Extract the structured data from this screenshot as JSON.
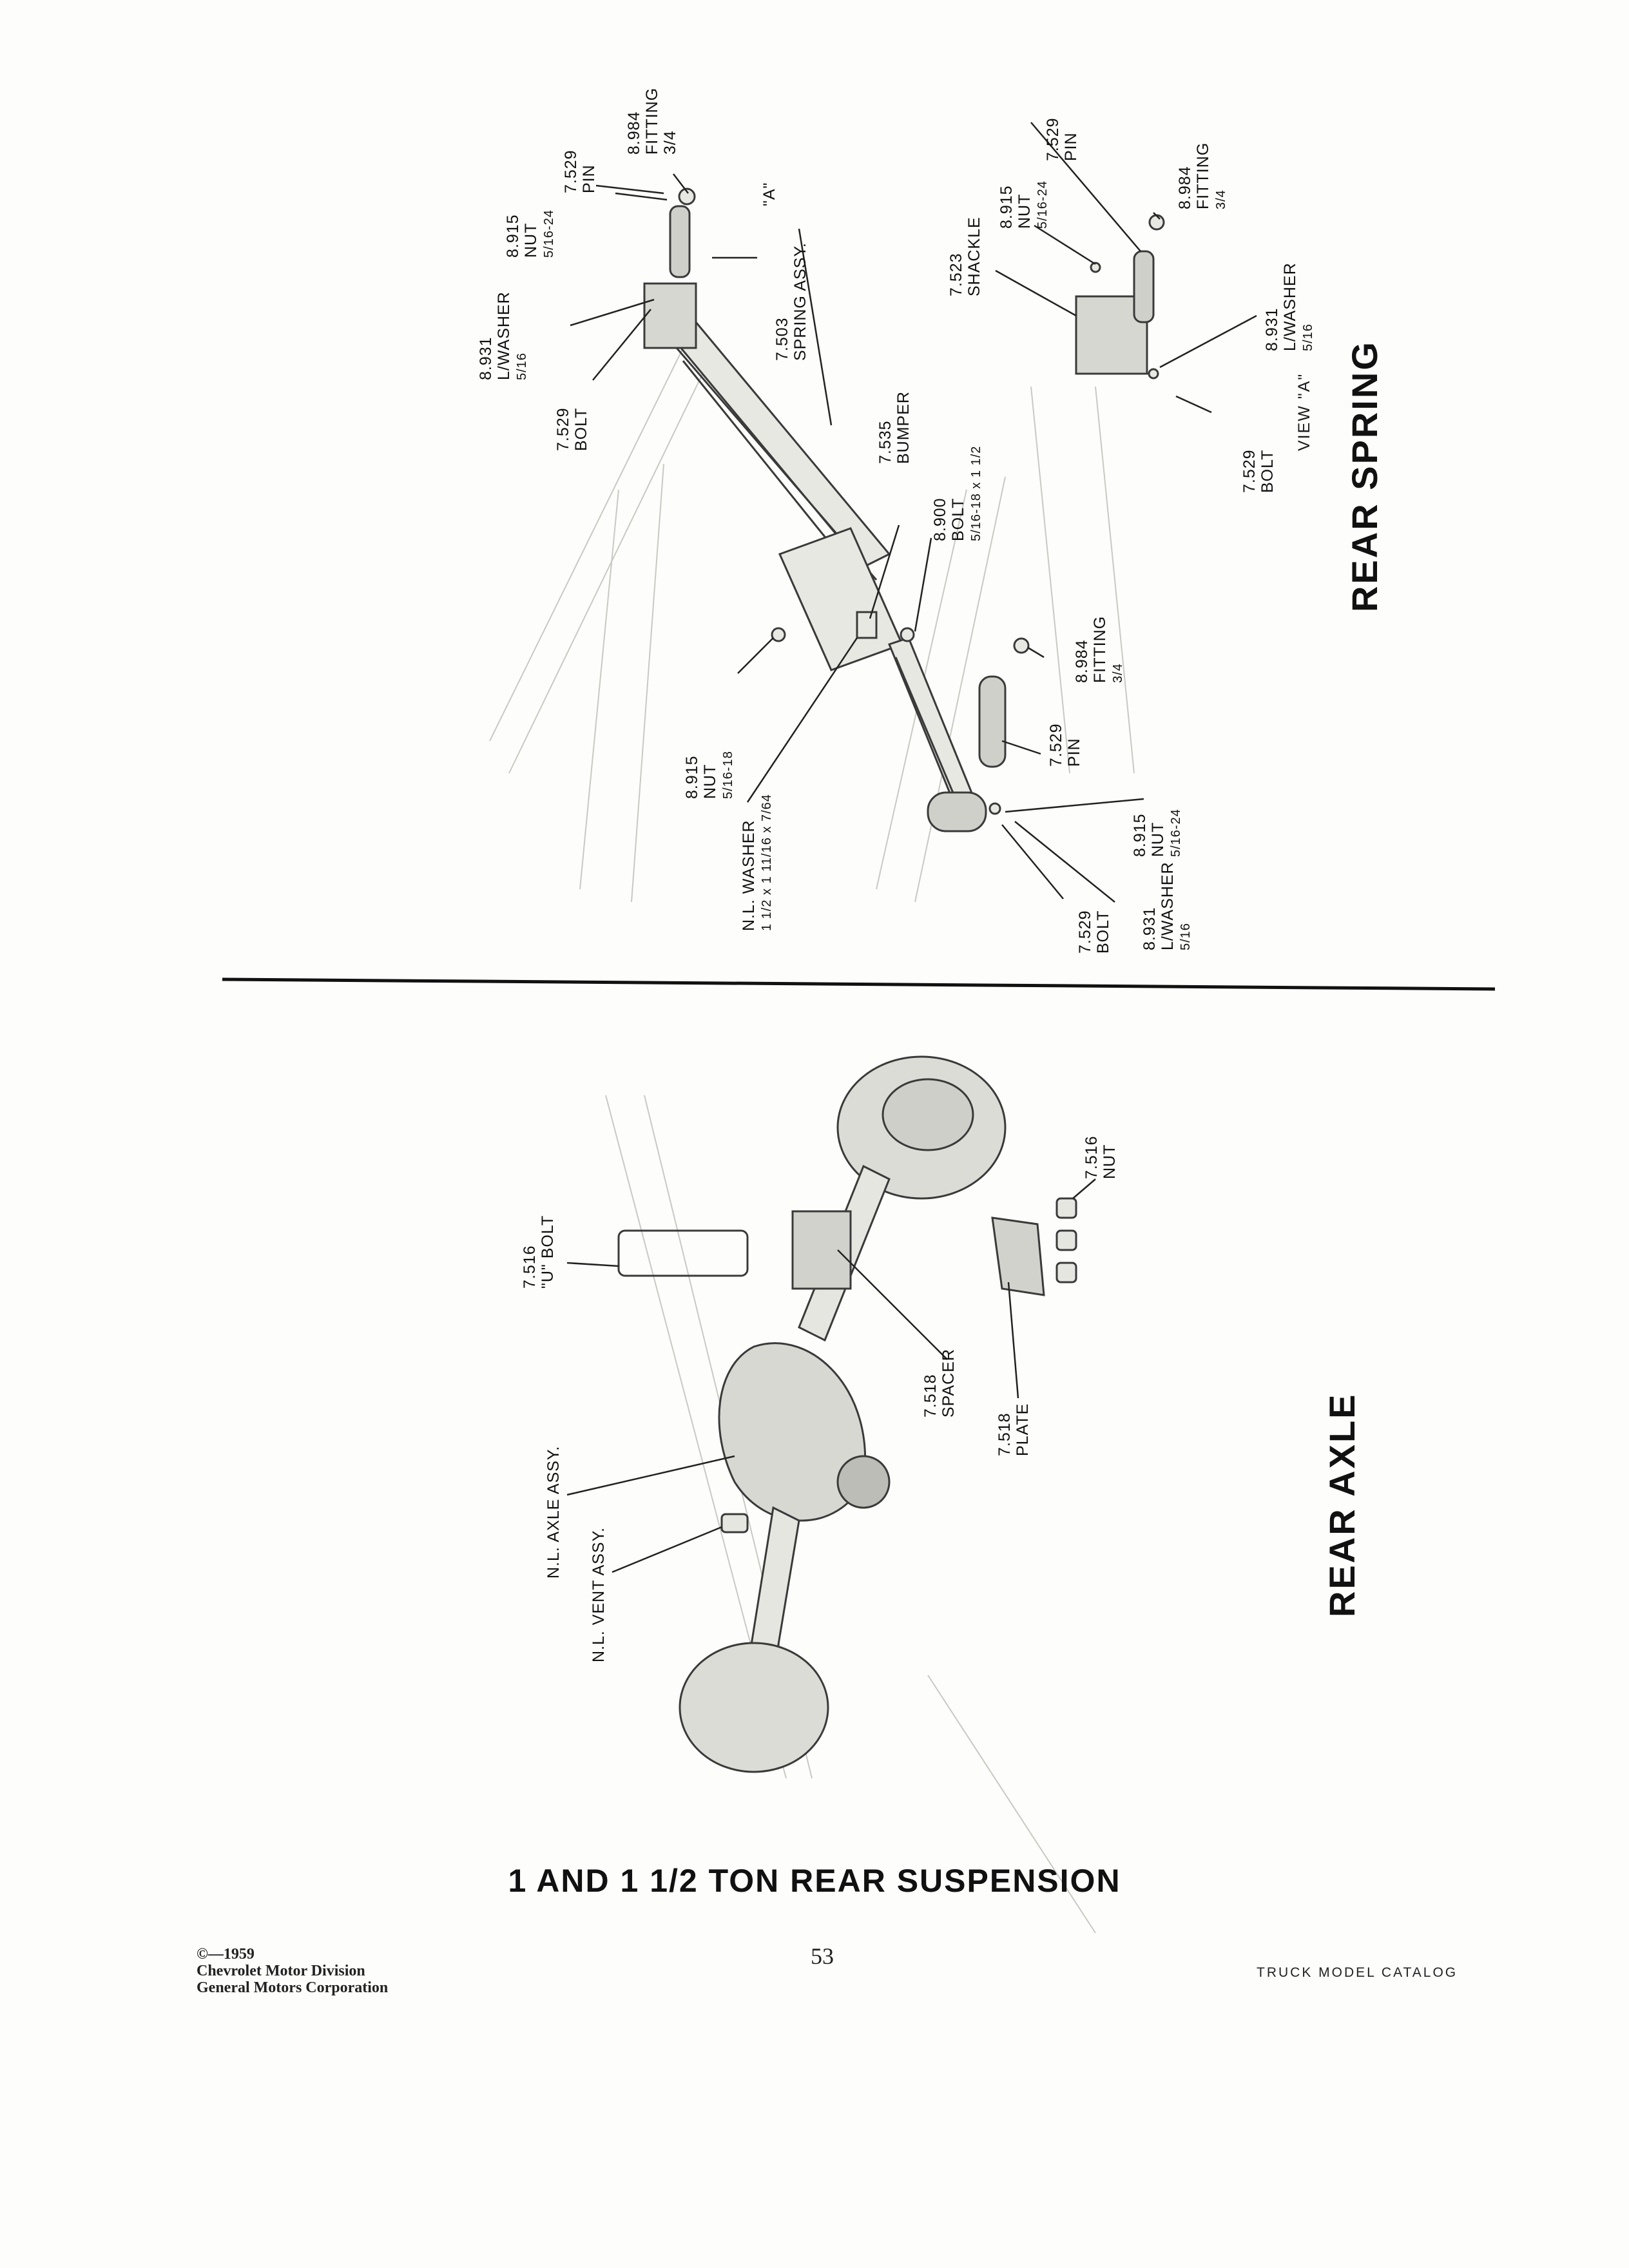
{
  "spring_labels": [
    {
      "id": "s1",
      "lines": [
        "8.984",
        "FITTING",
        "3/4"
      ]
    },
    {
      "id": "s2",
      "lines": [
        "7.529",
        "PIN"
      ]
    },
    {
      "id": "s3",
      "lines": [
        "8.915",
        "NUT",
        "5/16-24"
      ]
    },
    {
      "id": "s4",
      "lines": [
        "8.931",
        "L/WASHER",
        "5/16"
      ]
    },
    {
      "id": "s5",
      "lines": [
        "7.529",
        "BOLT"
      ]
    },
    {
      "id": "s6",
      "lines": [
        "\"A\""
      ]
    },
    {
      "id": "s7",
      "lines": [
        "7.503",
        "SPRING ASSY."
      ]
    },
    {
      "id": "s8",
      "lines": [
        "7.535",
        "BUMPER"
      ]
    },
    {
      "id": "s9",
      "lines": [
        "8.900",
        "BOLT",
        "5/16-18 x 1 1/2"
      ]
    },
    {
      "id": "s10",
      "lines": [
        "8.984",
        "FITTING",
        "3/4"
      ]
    },
    {
      "id": "s11",
      "lines": [
        "7.529",
        "PIN"
      ]
    },
    {
      "id": "s12",
      "lines": [
        "8.915",
        "NUT",
        "5/16-18"
      ]
    },
    {
      "id": "s13",
      "lines": [
        "N.L. WASHER",
        "1 1/2 x 1 11/16 x 7/64"
      ]
    },
    {
      "id": "s14",
      "lines": [
        "8.915",
        "NUT",
        "5/16-24"
      ]
    },
    {
      "id": "s15",
      "lines": [
        "8.931",
        "L/WASHER",
        "5/16"
      ]
    },
    {
      "id": "s16",
      "lines": [
        "7.529",
        "BOLT"
      ]
    }
  ],
  "view_a_labels": [
    {
      "id": "v1",
      "lines": [
        "7.529",
        "PIN"
      ]
    },
    {
      "id": "v2",
      "lines": [
        "8.915",
        "NUT",
        "5/16-24"
      ]
    },
    {
      "id": "v3",
      "lines": [
        "7.523",
        "SHACKLE"
      ]
    },
    {
      "id": "v4",
      "lines": [
        "8.984",
        "FITTING",
        "3/4"
      ]
    },
    {
      "id": "v5",
      "lines": [
        "8.931",
        "L/WASHER",
        "5/16"
      ]
    },
    {
      "id": "v6",
      "lines": [
        "7.529",
        "BOLT"
      ]
    }
  ],
  "view_a_title": "VIEW \"A\"",
  "axle_labels": [
    {
      "id": "a1",
      "lines": [
        "7.516",
        "\"U\" BOLT"
      ]
    },
    {
      "id": "a2",
      "lines": [
        "7.516",
        "NUT"
      ]
    },
    {
      "id": "a3",
      "lines": [
        "7.518",
        "SPACER"
      ]
    },
    {
      "id": "a4",
      "lines": [
        "7.518",
        "PLATE"
      ]
    },
    {
      "id": "a5",
      "lines": [
        "N.L. AXLE ASSY."
      ]
    },
    {
      "id": "a6",
      "lines": [
        "N.L. VENT ASSY."
      ]
    }
  ],
  "section_titles": {
    "rear_spring": "REAR SPRING",
    "rear_axle": "REAR AXLE"
  },
  "page_title": "1 AND 1 1/2 TON REAR SUSPENSION",
  "footer": {
    "copyright_lines": [
      "©—1959",
      "Chevrolet Motor Division",
      "General Motors Corporation"
    ],
    "page_number": "53",
    "catalog": "TRUCK MODEL CATALOG"
  }
}
